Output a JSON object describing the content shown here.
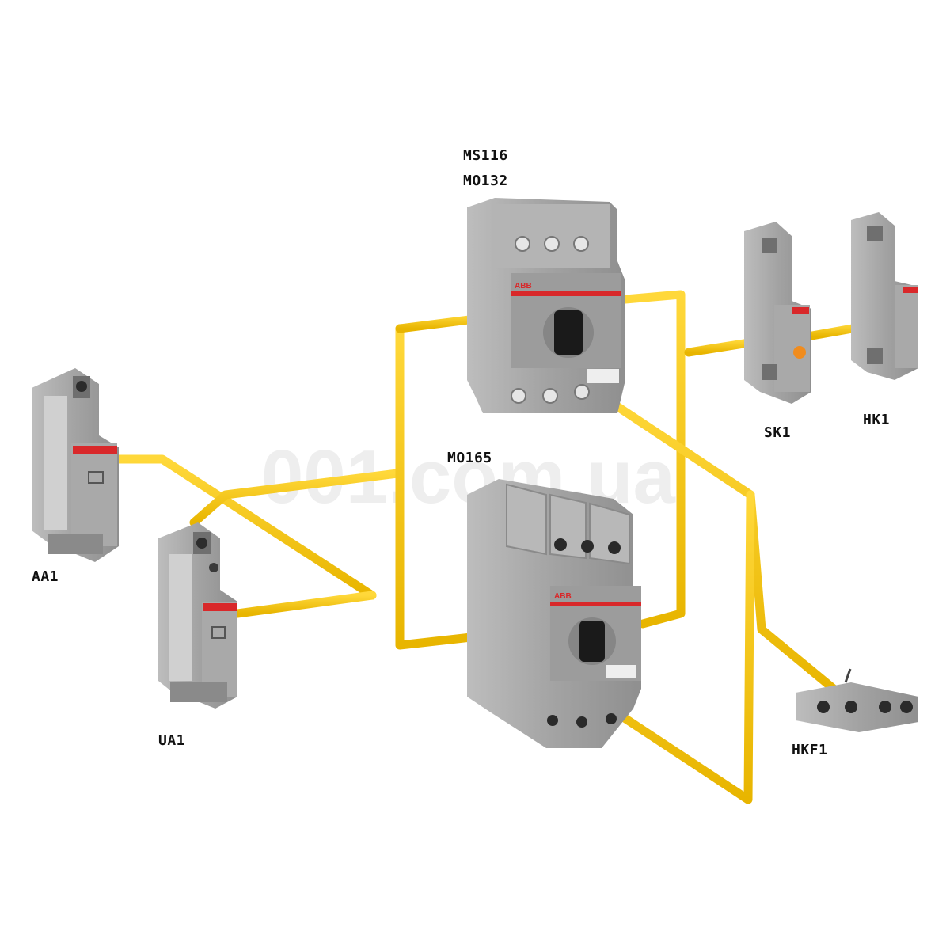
{
  "labels": {
    "ms116": "MS116",
    "mo132": "MO132",
    "mo165": "MO165",
    "sk1": "SK1",
    "hk1": "HK1",
    "aa1": "AA1",
    "ua1": "UA1",
    "hkf1": "HKF1"
  },
  "watermark": "001.com.ua",
  "brand_mark": "ABB",
  "colors": {
    "wire": "#f5c400",
    "wire_shadow": "#c99a00",
    "device_body": "#a5a5a5",
    "device_dark": "#8c8c8c",
    "device_light": "#c4c4c4",
    "accent_red": "#d9282a",
    "knob": "#1a1a1a",
    "orange_button": "#f08c1e"
  },
  "icons": {
    "knob": "rotary-knob-icon",
    "screw": "terminal-screw-icon"
  }
}
